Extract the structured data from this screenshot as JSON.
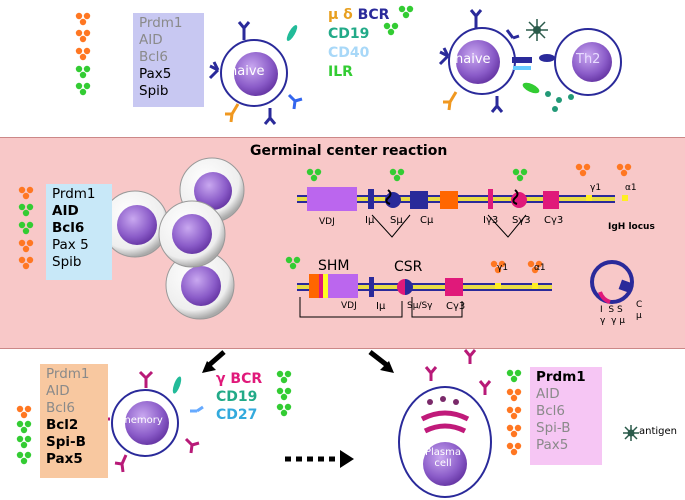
{
  "top": {
    "markers": [
      {
        "label": "Prdm1",
        "state": "off"
      },
      {
        "label": "AID",
        "state": "off"
      },
      {
        "label": "Bcl6",
        "state": "off"
      },
      {
        "label": "Pax5",
        "state": "on"
      },
      {
        "label": "Spib",
        "state": "on"
      }
    ],
    "naive_label": "naive",
    "naive2_label": "naive",
    "th2_label": "Th2",
    "receptor_prefix": "μ δ",
    "receptor_bcr": "BCR",
    "cd19": "CD19",
    "cd40": "CD40",
    "ilr": "ILR"
  },
  "gc": {
    "title": "Germinal center reaction",
    "markers": [
      {
        "label": "Prdm1",
        "state": "off",
        "weight": "normal"
      },
      {
        "label": "AID",
        "state": "on",
        "weight": "bold"
      },
      {
        "label": "Bcl6",
        "state": "on",
        "weight": "bold"
      },
      {
        "label": "Pax 5",
        "state": "off",
        "weight": "normal"
      },
      {
        "label": "Spib",
        "state": "off",
        "weight": "normal"
      }
    ],
    "locus1": {
      "vdj": "VDJ",
      "imu": "Iμ",
      "smu": "Sμ",
      "cmu": "Cμ",
      "igamma3": "Iγ3",
      "sgamma3": "Sγ3",
      "cgamma3": "Cγ3",
      "gamma1": "γ1",
      "alpha1": "α1",
      "igh": "IgH locus"
    },
    "locus2": {
      "shm": "SHM",
      "csr": "CSR",
      "vdj": "VDJ",
      "imu": "Iμ",
      "smusg": "Sμ/Sγ",
      "cgamma3": "Cγ3",
      "gamma1": "γ1",
      "alpha1": "α1"
    },
    "circle": {
      "i": "I",
      "s1": "S",
      "s2": "S",
      "c": "C",
      "g1": "γ",
      "g2": "γ",
      "mu1": "μ",
      "mu2": "μ"
    }
  },
  "bottom": {
    "memory_markers": [
      {
        "label": "Prdm1",
        "state": "off",
        "style": "grey"
      },
      {
        "label": "AID",
        "state": "off",
        "style": "grey"
      },
      {
        "label": "Bcl6",
        "state": "off",
        "style": "grey"
      },
      {
        "label": "Bcl2",
        "state": "on",
        "style": "bold"
      },
      {
        "label": "Spi-B",
        "state": "on",
        "style": "bold"
      },
      {
        "label": "Pax5",
        "state": "on",
        "style": "bold"
      }
    ],
    "memory_label": "memory",
    "gamma_bcr": "γ BCR",
    "cd19": "CD19",
    "cd27": "CD27",
    "plasma_label": "Plasma\ncell",
    "plasma_markers": [
      {
        "label": "Prdm1",
        "state": "on",
        "style": "bold"
      },
      {
        "label": "AID",
        "state": "off",
        "style": "grey"
      },
      {
        "label": "Bcl6",
        "state": "off",
        "style": "grey"
      },
      {
        "label": "Spi-B",
        "state": "off",
        "style": "grey"
      },
      {
        "label": "Pax5",
        "state": "off",
        "style": "grey"
      }
    ],
    "antigen": "antigen"
  },
  "colors": {
    "on": "#33cc33",
    "off": "#ff7722",
    "gc_bg": "#f8c8c8",
    "nucleus": "#9a6fd0",
    "magenta": "#e0197a",
    "navy": "#2a2a9a"
  }
}
